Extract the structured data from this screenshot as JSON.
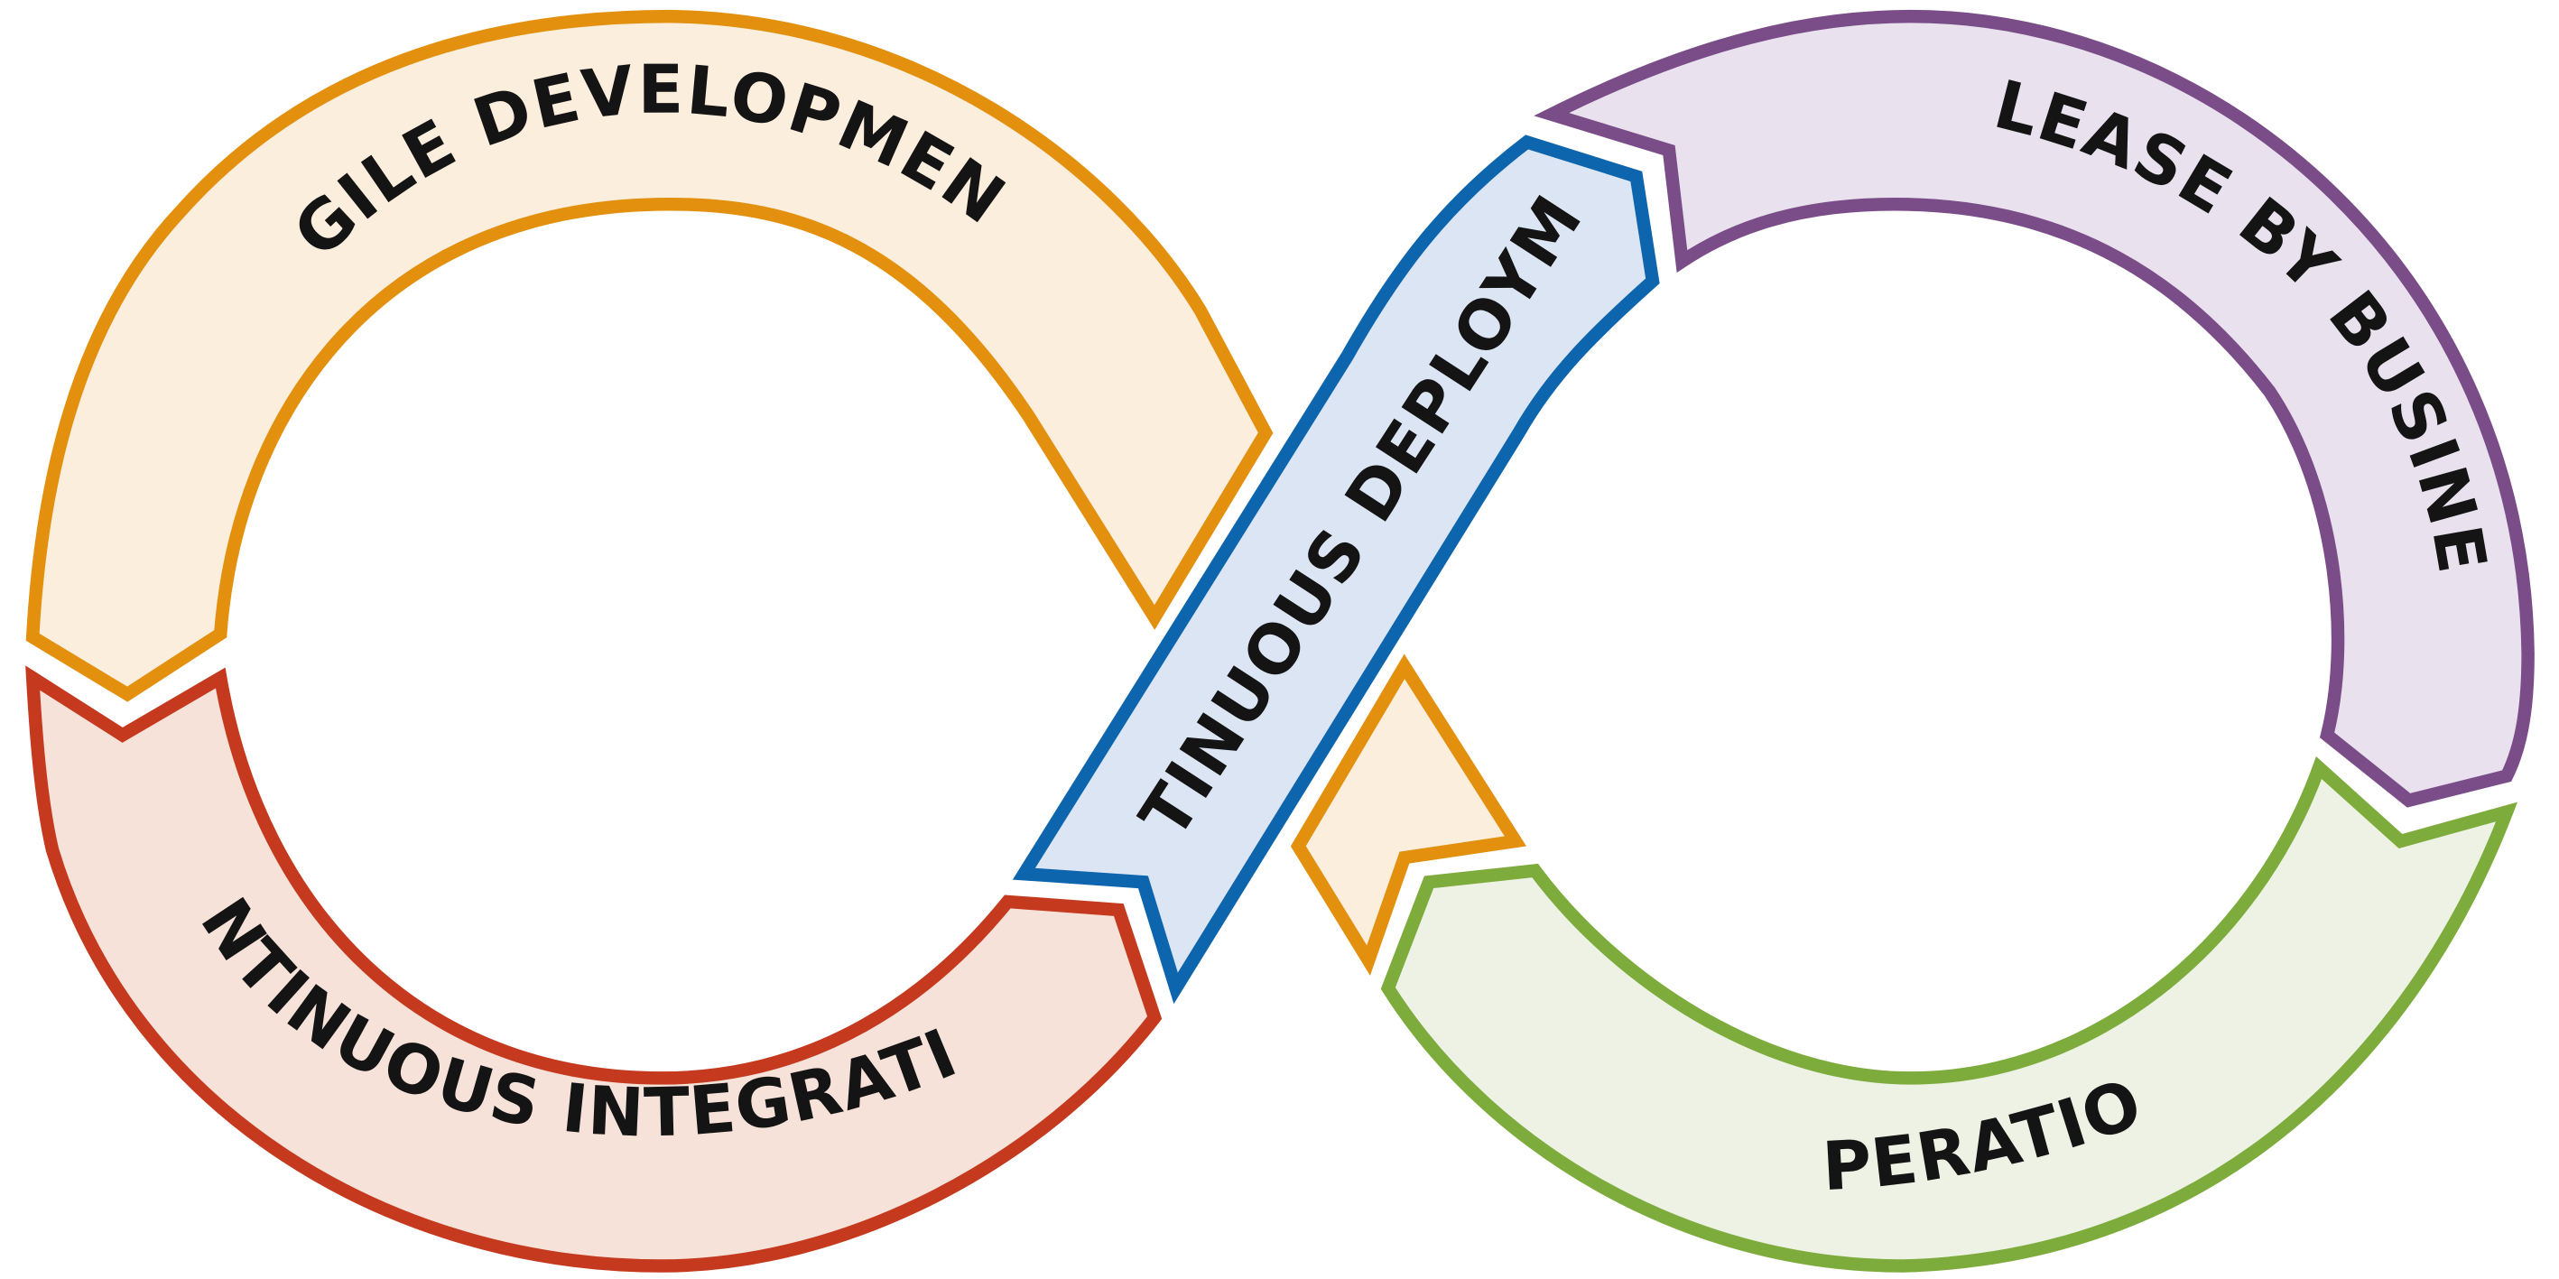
{
  "diagram": {
    "segments": {
      "agile_development": {
        "label": "AGILE DEVELOPMENT",
        "stroke": "#E3900F",
        "fill": "#FCEEDD"
      },
      "continuous_integration": {
        "label": "CONTINUOUS INTEGRATION",
        "stroke": "#C53A1F",
        "fill": "#F6E2D9"
      },
      "continuous_deployment": {
        "label": "CONTINUOUS DEPLOYMENT",
        "stroke": "#0D65AE",
        "fill": "#DCE5F4"
      },
      "release_by_business": {
        "label": "RELEASE BY BUSINESS",
        "stroke": "#7A4D88",
        "fill": "#E9E2EE"
      },
      "operation": {
        "label": "OPERATION",
        "stroke": "#7DAC3D",
        "fill": "#EEF2E5"
      },
      "small_connector": {
        "stroke": "#E3900F",
        "fill": "#FCEEDD"
      }
    }
  }
}
